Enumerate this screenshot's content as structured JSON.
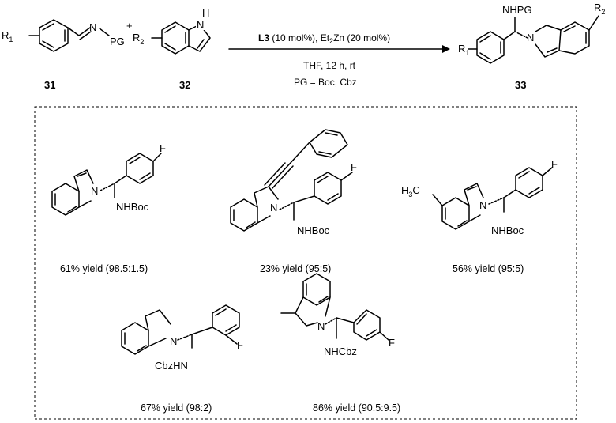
{
  "scheme": {
    "reactant_1": {
      "number": "31",
      "r_group": "R",
      "r_index": "1",
      "imine_n": "N",
      "protecting_group": "PG",
      "plus": "+"
    },
    "reactant_2": {
      "number": "32",
      "r_group": "R",
      "r_index": "2",
      "nh": "H",
      "n": "N"
    },
    "conditions": {
      "catalyst": "L3",
      "catalyst_loading": " (10 mol%), Et",
      "zinc_sub": "2",
      "zinc_rest": "Zn (20 mol%)",
      "line2": "THF,  12 h, rt",
      "line3": "PG = Boc, Cbz"
    },
    "product": {
      "number": "33",
      "nhpg": "NHPG",
      "r_group_1": "R",
      "r_index_1": "1",
      "r_group_2": "R",
      "r_index_2": "2",
      "n": "N"
    }
  },
  "examples": [
    {
      "caption": "61% yield (98.5:1.5)",
      "n": "N",
      "amine": "NHBoc",
      "halogen": "F"
    },
    {
      "caption": "23% yield (95:5)",
      "n": "N",
      "amine": "NHBoc",
      "halogen": "F"
    },
    {
      "caption": "56% yield (95:5)",
      "n": "N",
      "amine": "NHBoc",
      "halogen": "F",
      "methyl": "H",
      "methyl_sub": "3",
      "methyl_c": "C"
    },
    {
      "caption": "67% yield (98:2)",
      "n": "N",
      "amine": "CbzHN",
      "halogen": "F"
    },
    {
      "caption": "86% yield (90.5:9.5)",
      "n": "N",
      "amine": "NHCbz",
      "halogen": "F"
    }
  ]
}
